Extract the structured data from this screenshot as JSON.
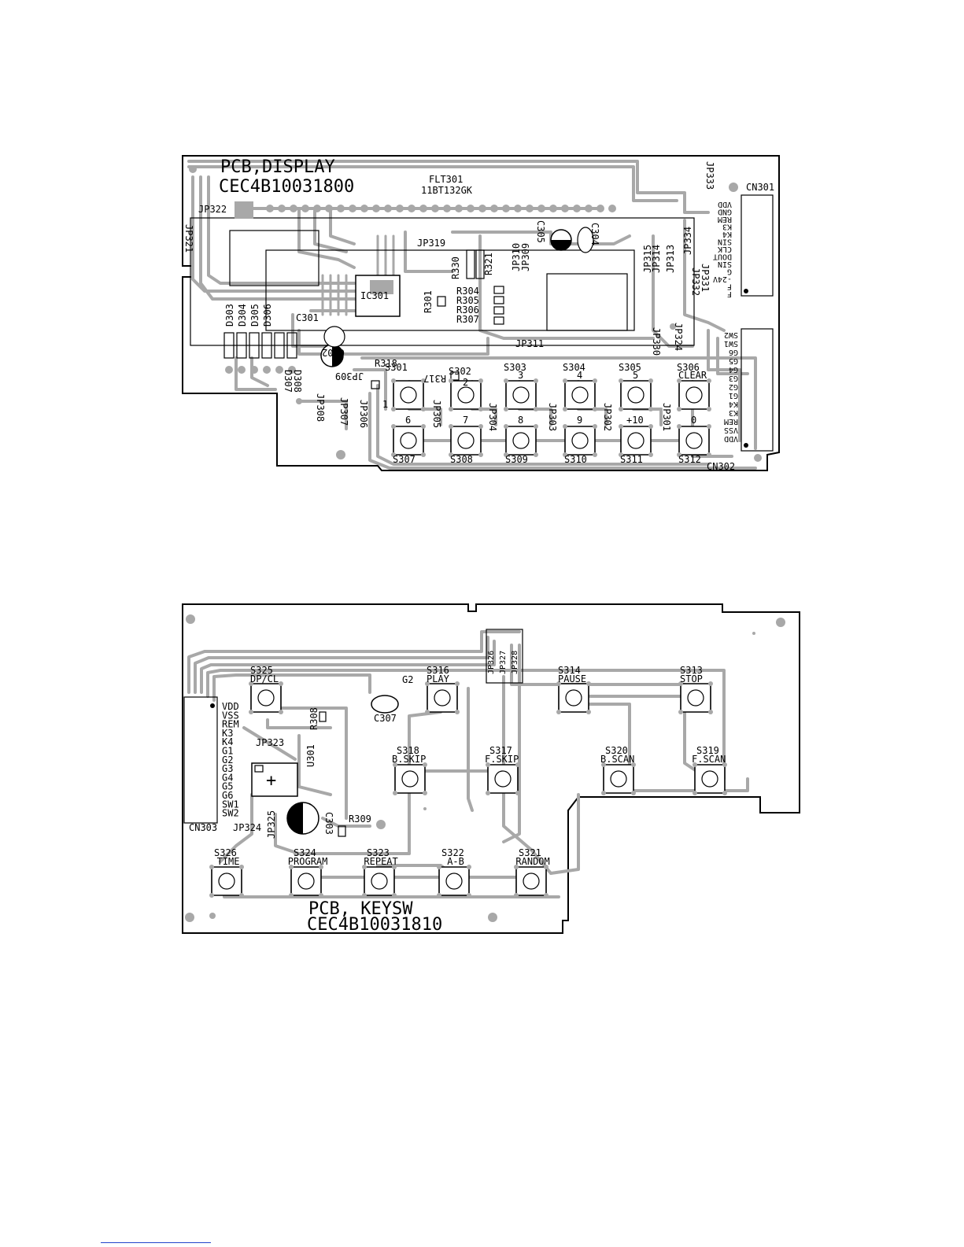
{
  "board1": {
    "title": "PCB,DISPLAY",
    "part_no": "CEC4B10031800",
    "display_ref": "FLT301",
    "display_part": "11BT132GK",
    "ic": "IC301",
    "connectors": [
      "CN301",
      "CN302"
    ],
    "cn301_pins": [
      "VDD",
      "GND",
      "REM",
      "K3",
      "K4",
      "SIN",
      "CLK",
      "DOUT",
      "SIN",
      "G",
      "-24V",
      "F",
      "F"
    ],
    "cn302_pins": [
      "SW2",
      "SW1",
      "G6",
      "G5",
      "G4",
      "G3",
      "G2",
      "G1",
      "K4",
      "K3",
      "REM",
      "VSS",
      "VDD"
    ],
    "diodes": [
      "D303",
      "D304",
      "D305",
      "D306",
      "D307",
      "D308"
    ],
    "capacitors": [
      "C301",
      "C302",
      "C304",
      "C305"
    ],
    "resistors": [
      "R301",
      "R304",
      "R305",
      "R306",
      "R307",
      "R317",
      "R318",
      "R321",
      "R330"
    ],
    "jumpers_left": [
      "JP321",
      "JP322"
    ],
    "jumpers_top": [
      "JP319",
      "JP310",
      "JP309",
      "JP311",
      "JP315",
      "JP314",
      "JP313",
      "JP334",
      "JP333",
      "JP332",
      "JP331",
      "JP330",
      "JP324"
    ],
    "jumpers_bottom": [
      "JP309",
      "JP308",
      "JP307",
      "JP306",
      "JP305",
      "JP304",
      "JP303",
      "JP302",
      "JP301"
    ],
    "buttons_row1": [
      {
        "ref": "S301",
        "label": "1"
      },
      {
        "ref": "S302",
        "label": "2"
      },
      {
        "ref": "S303",
        "label": "3"
      },
      {
        "ref": "S304",
        "label": "4"
      },
      {
        "ref": "S305",
        "label": "5"
      },
      {
        "ref": "S306",
        "label": "CLEAR"
      }
    ],
    "buttons_row2": [
      {
        "ref": "S307",
        "label": "6"
      },
      {
        "ref": "S308",
        "label": "7"
      },
      {
        "ref": "S309",
        "label": "8"
      },
      {
        "ref": "S310",
        "label": "9"
      },
      {
        "ref": "S311",
        "label": "+10"
      },
      {
        "ref": "S312",
        "label": "0"
      }
    ]
  },
  "board2": {
    "title": "PCB, KEYSW",
    "part_no": "CEC4B10031810",
    "connector": "CN303",
    "cn303_pins": [
      "VDD",
      "VSS",
      "REM",
      "K3",
      "K4",
      "G1",
      "G2",
      "G3",
      "G4",
      "G5",
      "G6",
      "SW1",
      "SW2"
    ],
    "ic": "U301",
    "capacitors": [
      "C307",
      "C303"
    ],
    "resistors": [
      "R308",
      "R309"
    ],
    "jumpers": [
      "JP323",
      "JP324",
      "JP325",
      "JP326",
      "JP327",
      "JP328"
    ],
    "net_label": "G2",
    "buttons_top": [
      {
        "ref": "S325",
        "label": "DP/CL"
      },
      {
        "ref": "S316",
        "label": "PLAY"
      },
      {
        "ref": "S314",
        "label": "PAUSE"
      },
      {
        "ref": "S313",
        "label": "STOP"
      }
    ],
    "buttons_mid": [
      {
        "ref": "S318",
        "label": "B.SKIP"
      },
      {
        "ref": "S317",
        "label": "F.SKIP"
      },
      {
        "ref": "S320",
        "label": "B.SCAN"
      },
      {
        "ref": "S319",
        "label": "F.SCAN"
      }
    ],
    "buttons_bottom": [
      {
        "ref": "S326",
        "label": "TIME"
      },
      {
        "ref": "S324",
        "label": "PROGRAM"
      },
      {
        "ref": "S323",
        "label": "REPEAT"
      },
      {
        "ref": "S322",
        "label": "A-B"
      },
      {
        "ref": "S321",
        "label": "RANDOM"
      }
    ]
  }
}
